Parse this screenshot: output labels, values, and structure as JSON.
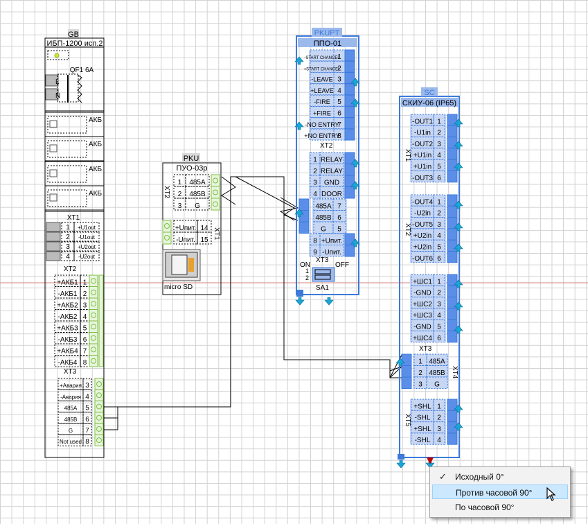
{
  "colors": {
    "grid": "#d2d2d2",
    "block": "#000000",
    "selection": "#3c7adb",
    "selection_fill": "#5a8ee8",
    "terminal_green": "#7bc043",
    "axis_red": "#d98080",
    "arrow_cyan": "#1aa6d8",
    "menu_highlight": "#cce8ff"
  },
  "gb": {
    "tag": "GB",
    "title": "ИБП-1200 исп.2",
    "breaker": "QF1 6А",
    "pole_labels": [
      "L",
      "N"
    ],
    "battery_label": "АКБ",
    "xt1": {
      "name": "XT1",
      "rows": [
        {
          "n": "1",
          "l": "+U1out"
        },
        {
          "n": "2",
          "l": "-U1out"
        },
        {
          "n": "3",
          "l": "+U2out"
        },
        {
          "n": "4",
          "l": "-U2out"
        }
      ]
    },
    "xt2": {
      "name": "XT2",
      "rows": [
        {
          "l": "+АКБ1",
          "n": "1"
        },
        {
          "l": "-АКБ1",
          "n": "2"
        },
        {
          "l": "+АКБ2",
          "n": "3"
        },
        {
          "l": "-АКБ2",
          "n": "4"
        },
        {
          "l": "+АКБ3",
          "n": "5"
        },
        {
          "l": "-АКБ3",
          "n": "6"
        },
        {
          "l": "+АКБ4",
          "n": "7"
        },
        {
          "l": "-АКБ4",
          "n": "8"
        }
      ]
    },
    "xt3": {
      "name": "XT3",
      "rows": [
        {
          "l": "+Авария",
          "n": "3"
        },
        {
          "l": "-Авария",
          "n": "4"
        },
        {
          "l": "485A",
          "n": "5"
        },
        {
          "l": "485B",
          "n": "6"
        },
        {
          "l": "G",
          "n": "7"
        },
        {
          "l": "Not used",
          "n": "8"
        }
      ]
    }
  },
  "pku": {
    "tag": "PKU",
    "title": "ПУО-03р",
    "xt2": {
      "name": "XT2",
      "rows": [
        {
          "n": "1",
          "l": "485A"
        },
        {
          "n": "2",
          "l": "485B"
        },
        {
          "n": "3",
          "l": "G"
        }
      ]
    },
    "xt1": {
      "name": "XT1",
      "rows": [
        {
          "l": "+Uпит.",
          "n": "14"
        },
        {
          "l": "-Uпит.",
          "n": "15"
        }
      ]
    },
    "sd_label": "micro SD"
  },
  "pkupt": {
    "tag": "PKUPT",
    "title": "ППО-01",
    "top": [
      {
        "l": "-START CHANCEL",
        "n": "1"
      },
      {
        "l": "+START CHANCEL",
        "n": "2"
      },
      {
        "n": "3",
        "l": "-LEAVE"
      },
      {
        "n": "4",
        "l": "+LEAVE"
      },
      {
        "n": "5",
        "l": "-FIRE"
      },
      {
        "n": "6",
        "l": "+FIRE"
      },
      {
        "l": "-NO ENTRY",
        "n": "7"
      },
      {
        "l": "+NO ENTRY",
        "n": "8"
      }
    ],
    "xt2_name": "XT2",
    "mid": [
      {
        "n": "1",
        "l": "RELAY"
      },
      {
        "n": "2",
        "l": "RELAY"
      },
      {
        "n": "3",
        "l": "GND"
      },
      {
        "n": "4",
        "l": "DOOR"
      }
    ],
    "right": [
      {
        "l": "485A",
        "n": "7"
      },
      {
        "l": "485B",
        "n": "6"
      },
      {
        "l": "G",
        "n": "5"
      }
    ],
    "bottom": [
      {
        "n": "8",
        "l": "+Uпит."
      },
      {
        "n": "9",
        "l": "-Uпит."
      }
    ],
    "xt3_name": "XT3",
    "switch_on": "ON",
    "switch_off": "OFF",
    "switch_pins": [
      "1",
      "2"
    ],
    "switch_name": "SA1"
  },
  "sc": {
    "tag": "SC",
    "title": "СКИУ-06 (IP65)",
    "xt1_name": "XT1",
    "xt1": [
      {
        "l": "-OUT1",
        "n": "1"
      },
      {
        "l": "-U1in",
        "n": "2"
      },
      {
        "l": "-OUT2",
        "n": "3"
      },
      {
        "l": "+U1in",
        "n": "4"
      },
      {
        "l": "+U1in",
        "n": "5"
      },
      {
        "l": "-OUT3",
        "n": "6"
      }
    ],
    "xt2_name": "XT2",
    "xt2": [
      {
        "l": "-OUT4",
        "n": "1"
      },
      {
        "l": "-U2in",
        "n": "2"
      },
      {
        "l": "-OUT5",
        "n": "3"
      },
      {
        "l": "+U2in",
        "n": "4"
      },
      {
        "l": "+U2in",
        "n": "5"
      },
      {
        "l": "-OUT6",
        "n": "6"
      }
    ],
    "xt_sh": [
      {
        "l": "+ШС1",
        "n": "1"
      },
      {
        "l": "-GND",
        "n": "2"
      },
      {
        "l": "+ШС2",
        "n": "3"
      },
      {
        "l": "+ШС3",
        "n": "4"
      },
      {
        "l": "-GND",
        "n": "5"
      },
      {
        "l": "+ШС4",
        "n": "6"
      }
    ],
    "xt3_name": "XT3",
    "xt4_name": "XT4",
    "xt4": [
      {
        "n": "1",
        "l": "485A"
      },
      {
        "n": "2",
        "l": "485B"
      },
      {
        "n": "3",
        "l": "G"
      }
    ],
    "xt5_name": "XT5",
    "xt5": [
      {
        "l": "+SHL",
        "n": "1"
      },
      {
        "l": "-SHL",
        "n": "2"
      },
      {
        "l": "+SHL",
        "n": "3"
      },
      {
        "l": "-SHL",
        "n": "4"
      }
    ]
  },
  "context_menu": {
    "items": [
      {
        "label": "Исходный 0°",
        "checked": true
      },
      {
        "label": "Против часовой 90°",
        "checked": false,
        "highlighted": true
      },
      {
        "label": "По часовой 90°",
        "checked": false
      }
    ]
  }
}
